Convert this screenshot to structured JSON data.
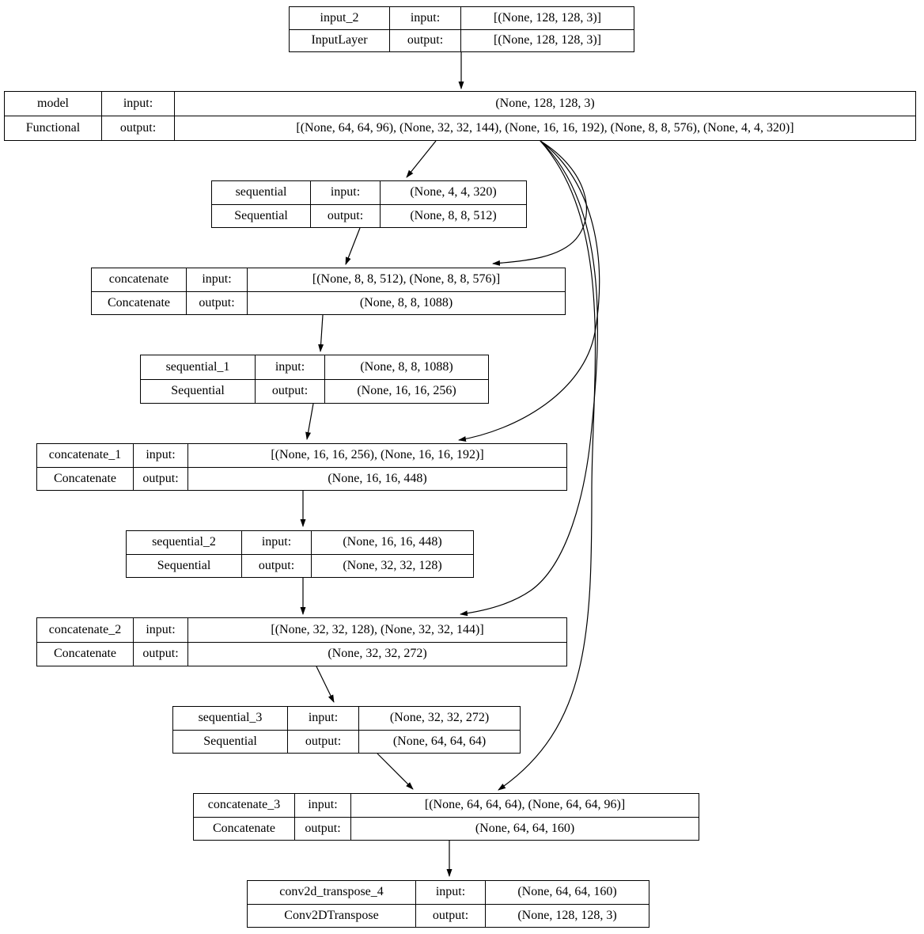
{
  "diagram": {
    "kind": "keras-model-plot",
    "background_color": "#ffffff",
    "line_color": "#000000",
    "nodes": [
      {
        "id": "input_2",
        "name": "input_2",
        "type": "InputLayer",
        "input_label": "input:",
        "output_label": "output:",
        "input_shape": "[(None, 128, 128, 3)]",
        "output_shape": "[(None, 128, 128, 3)]"
      },
      {
        "id": "model",
        "name": "model",
        "type": "Functional",
        "input_label": "input:",
        "output_label": "output:",
        "input_shape": "(None, 128, 128, 3)",
        "output_shape": "[(None, 64, 64, 96), (None, 32, 32, 144), (None, 16, 16, 192), (None, 8, 8, 576), (None, 4, 4, 320)]"
      },
      {
        "id": "sequential",
        "name": "sequential",
        "type": "Sequential",
        "input_label": "input:",
        "output_label": "output:",
        "input_shape": "(None, 4, 4, 320)",
        "output_shape": "(None, 8, 8, 512)"
      },
      {
        "id": "concatenate",
        "name": "concatenate",
        "type": "Concatenate",
        "input_label": "input:",
        "output_label": "output:",
        "input_shape": "[(None, 8, 8, 512), (None, 8, 8, 576)]",
        "output_shape": "(None, 8, 8, 1088)"
      },
      {
        "id": "sequential_1",
        "name": "sequential_1",
        "type": "Sequential",
        "input_label": "input:",
        "output_label": "output:",
        "input_shape": "(None, 8, 8, 1088)",
        "output_shape": "(None, 16, 16, 256)"
      },
      {
        "id": "concatenate_1",
        "name": "concatenate_1",
        "type": "Concatenate",
        "input_label": "input:",
        "output_label": "output:",
        "input_shape": "[(None, 16, 16, 256), (None, 16, 16, 192)]",
        "output_shape": "(None, 16, 16, 448)"
      },
      {
        "id": "sequential_2",
        "name": "sequential_2",
        "type": "Sequential",
        "input_label": "input:",
        "output_label": "output:",
        "input_shape": "(None, 16, 16, 448)",
        "output_shape": "(None, 32, 32, 128)"
      },
      {
        "id": "concatenate_2",
        "name": "concatenate_2",
        "type": "Concatenate",
        "input_label": "input:",
        "output_label": "output:",
        "input_shape": "[(None, 32, 32, 128), (None, 32, 32, 144)]",
        "output_shape": "(None, 32, 32, 272)"
      },
      {
        "id": "sequential_3",
        "name": "sequential_3",
        "type": "Sequential",
        "input_label": "input:",
        "output_label": "output:",
        "input_shape": "(None, 32, 32, 272)",
        "output_shape": "(None, 64, 64, 64)"
      },
      {
        "id": "concatenate_3",
        "name": "concatenate_3",
        "type": "Concatenate",
        "input_label": "input:",
        "output_label": "output:",
        "input_shape": "[(None, 64, 64, 64), (None, 64, 64, 96)]",
        "output_shape": "(None, 64, 64, 160)"
      },
      {
        "id": "conv2d_transpose_4",
        "name": "conv2d_transpose_4",
        "type": "Conv2DTranspose",
        "input_label": "input:",
        "output_label": "output:",
        "input_shape": "(None, 64, 64, 160)",
        "output_shape": "(None, 128, 128, 3)"
      }
    ],
    "edges": [
      {
        "from": "input_2",
        "to": "model"
      },
      {
        "from": "model",
        "to": "sequential"
      },
      {
        "from": "model",
        "to": "concatenate"
      },
      {
        "from": "model",
        "to": "concatenate_1"
      },
      {
        "from": "model",
        "to": "concatenate_2"
      },
      {
        "from": "model",
        "to": "concatenate_3"
      },
      {
        "from": "sequential",
        "to": "concatenate"
      },
      {
        "from": "concatenate",
        "to": "sequential_1"
      },
      {
        "from": "sequential_1",
        "to": "concatenate_1"
      },
      {
        "from": "concatenate_1",
        "to": "sequential_2"
      },
      {
        "from": "sequential_2",
        "to": "concatenate_2"
      },
      {
        "from": "concatenate_2",
        "to": "sequential_3"
      },
      {
        "from": "sequential_3",
        "to": "concatenate_3"
      },
      {
        "from": "concatenate_3",
        "to": "conv2d_transpose_4"
      }
    ]
  }
}
